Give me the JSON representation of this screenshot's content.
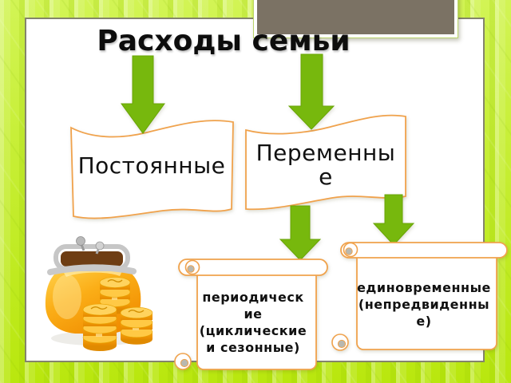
{
  "slide": {
    "title": "Расходы семьи",
    "nodes": {
      "fixed": {
        "label": "Постоянные"
      },
      "variable": {
        "label": "Переменны\nе"
      },
      "periodic": {
        "label": "периодическ\nие\n(циклические\nи сезонные)"
      },
      "onetime": {
        "label": "единовременные\n(непредвиденны\nе)"
      }
    },
    "colors": {
      "background_green": "#C6EE33",
      "arrow_green": "#77B80D",
      "scroll_border_orange": "#F0A24C",
      "panel_white": "#FFFFFF",
      "panel_border": "#84846C",
      "placeholder_gray": "#7B7264",
      "text_black": "#111111",
      "purse_orange": "#F9A01B",
      "coin_gold": "#FFC945"
    },
    "illustration": {
      "name": "purse-with-coins"
    }
  }
}
